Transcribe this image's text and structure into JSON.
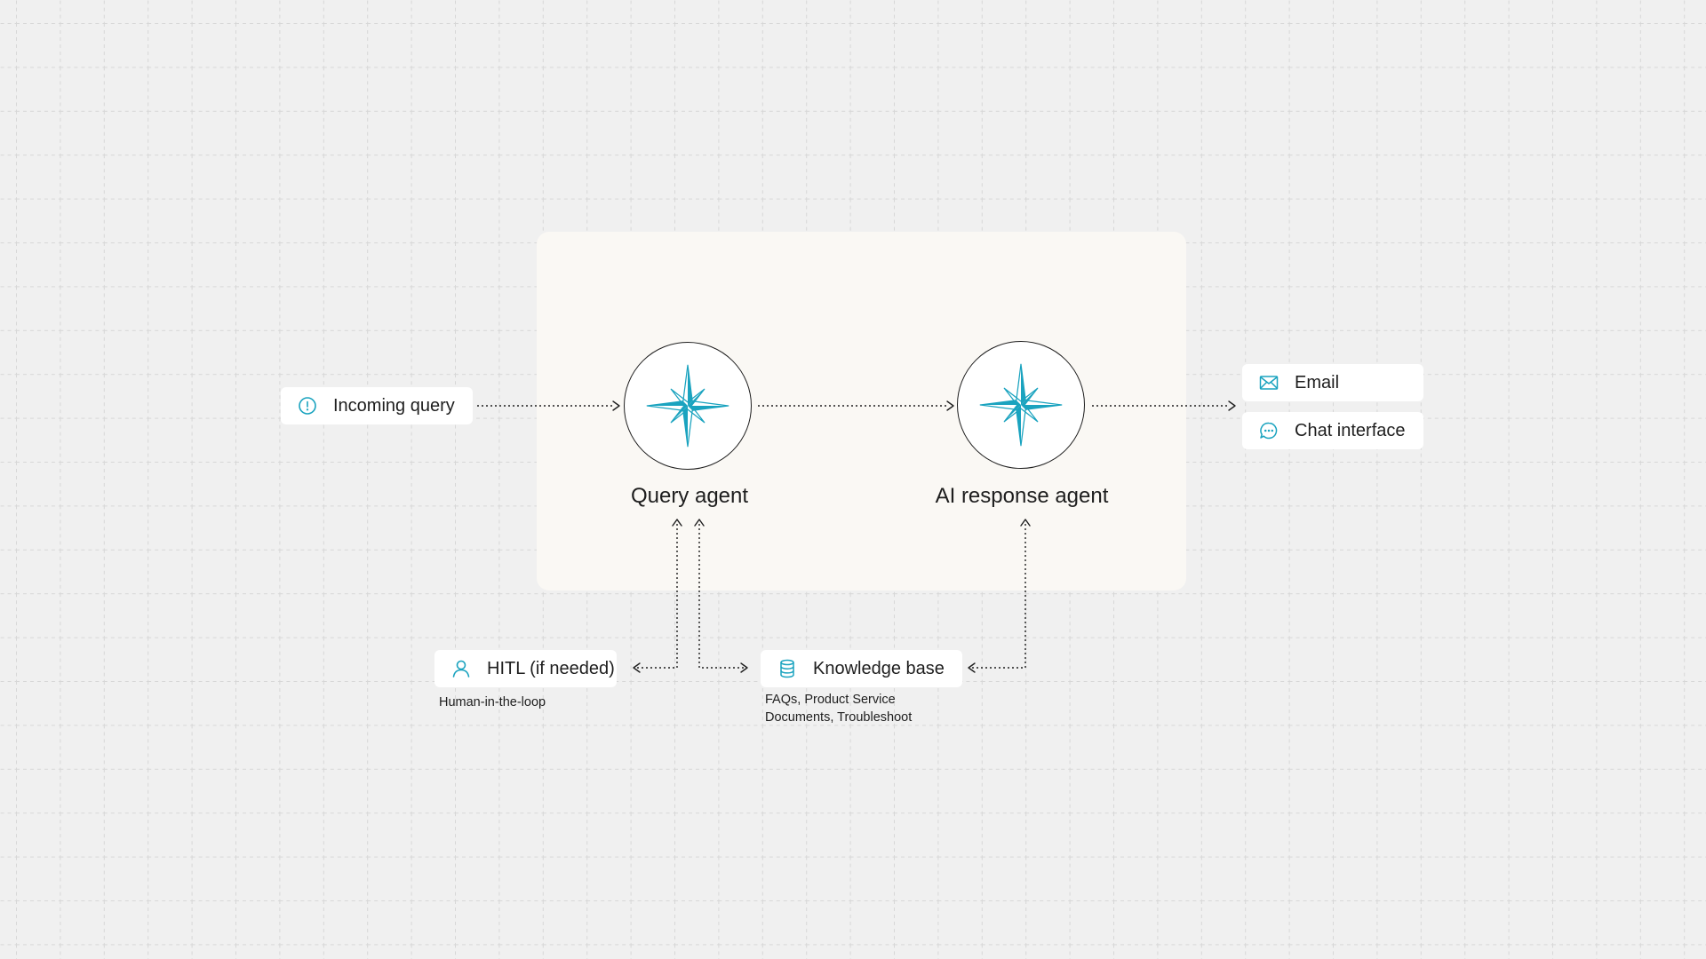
{
  "colors": {
    "accent": "#1aa3bf",
    "background": "#f0f0f0",
    "panel": "#faf8f4",
    "ink": "#1e1e1e"
  },
  "input": {
    "label": "Incoming query",
    "icon": "alert-circle-icon"
  },
  "agents": [
    {
      "name": "Query agent",
      "icon": "compass-star-icon"
    },
    {
      "name": "AI response agent",
      "icon": "compass-star-icon"
    }
  ],
  "outputs": [
    {
      "label": "Email",
      "icon": "envelope-icon"
    },
    {
      "label": "Chat interface",
      "icon": "chat-bubble-icon"
    }
  ],
  "hitl": {
    "label": "HITL (if needed)",
    "icon": "user-icon",
    "caption": "Human-in-the-loop"
  },
  "knowledge_base": {
    "label": "Knowledge base",
    "icon": "database-icon",
    "caption_line1": "FAQs, Product Service",
    "caption_line2": "Documents, Troubleshoot"
  }
}
